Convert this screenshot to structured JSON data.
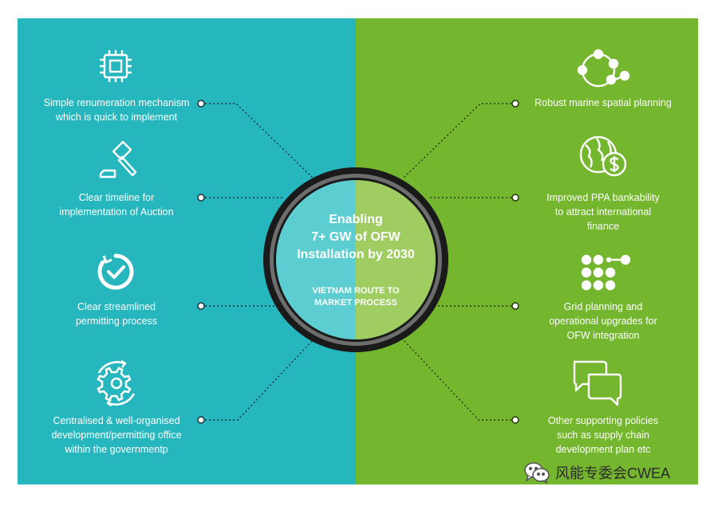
{
  "center": {
    "title": "Enabling\n7+ GW of OFW\nInstallation by 2030",
    "subtitle": "VIETNAM ROUTE TO\nMARKET PROCESS"
  },
  "left_items": [
    {
      "icon": "chip-icon",
      "text": "Simple renumeration mechanism\nwhich is quick to implement"
    },
    {
      "icon": "gavel-icon",
      "text": "Clear timeline for\nimplementation of Auction"
    },
    {
      "icon": "timer-check-icon",
      "text": "Clear streamlined\npermitting process"
    },
    {
      "icon": "gear-cycle-icon",
      "text": "Centralised & well-organised\ndevelopment/permitting office\nwithin the governmentp"
    }
  ],
  "right_items": [
    {
      "icon": "network-circle-icon",
      "text": "Robust marine spatial planning"
    },
    {
      "icon": "globe-dollar-icon",
      "text": "Improved PPA bankability\nto attract international\nfinance"
    },
    {
      "icon": "grid-dots-icon",
      "text": "Grid planning and\noperational upgrades for\nOFW integration"
    },
    {
      "icon": "chat-bubbles-icon",
      "text": "Other supporting policies\nsuch as supply chain\ndevelopment plan etc"
    }
  ],
  "watermark": {
    "icon": "wechat-icon",
    "text": "风能专委会CWEA"
  },
  "colors": {
    "left_panel": "#25b7bd",
    "right_panel": "#74b72f",
    "ring": "#1a1a1a",
    "ring_inner": "#6d6d6d"
  }
}
